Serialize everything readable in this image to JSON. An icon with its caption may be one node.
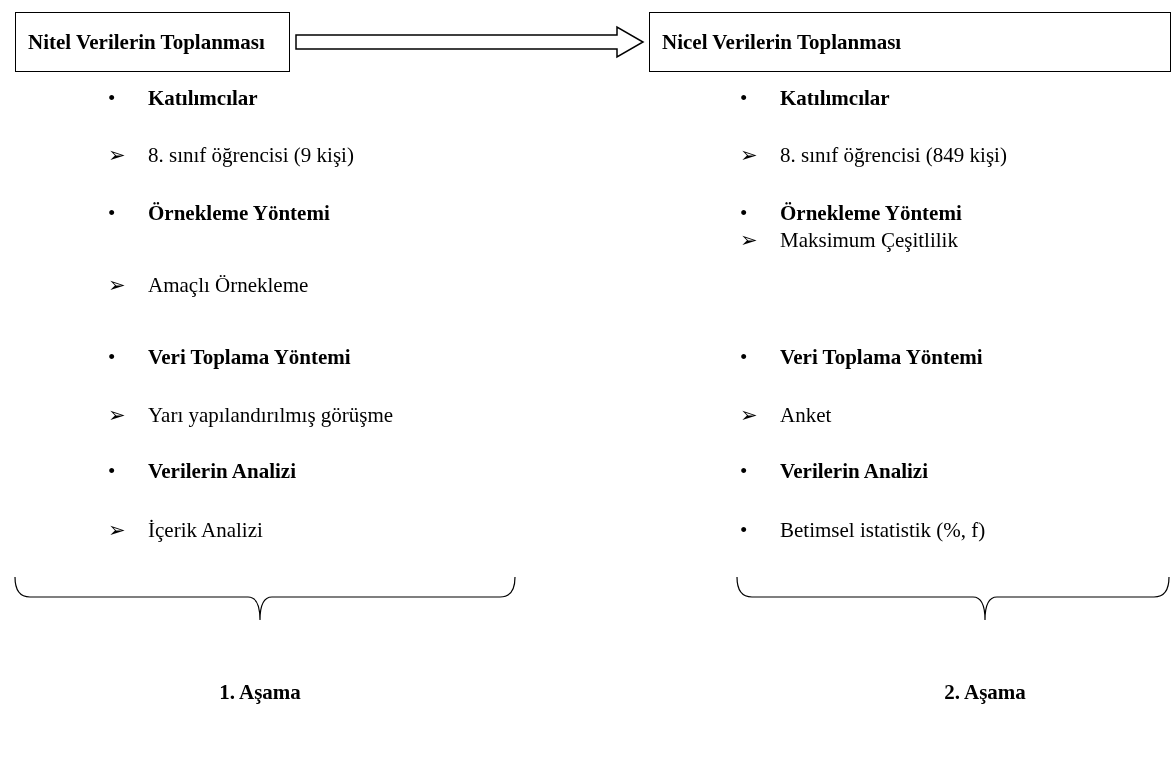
{
  "diagram": {
    "nodes": [
      {
        "text": [
          "Nitel Verilerin Toplanması"
        ]
      },
      {
        "text": [
          "Nicel Verilerin Toplanması"
        ]
      }
    ],
    "edges": [
      {
        "from": 0,
        "to": 1,
        "arrow": "to"
      }
    ],
    "labels": [
      "• **Katılımcılar**",
      "➢ 8. sınıf öğrencisi (9 kişi)",
      "• **Örnekleme Yöntemi**",
      "➢ Amaçlı Örnekleme",
      "• **Veri Toplama Yöntemi**",
      "➢ Yarı yapılandırılmış görüşme",
      "• **Verilerin Analizi**",
      "➢ İçerik Analizi",
      "• **Katılımcılar**",
      "➢ 8. sınıf öğrencisi (849 kişi)",
      "• **Örnekleme Yöntemi**",
      "➢ Maksimum Çeşitlilik",
      "• **Veri Toplama Yöntemi**",
      "➢ Anket",
      "• **Verilerin Analizi**",
      "• Betimsel istatistik (%, f)",
      "**1. Aşama**",
      "**2. Aşama**"
    ]
  }
}
